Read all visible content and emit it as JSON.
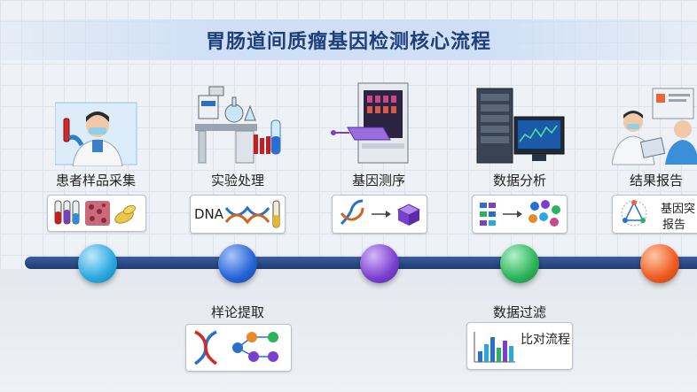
{
  "title": "胃肠道间质瘤基因检测核心流程",
  "stages_top": [
    {
      "label": "患者样品采集",
      "color": "#29a8e0"
    },
    {
      "label": "实验处理",
      "card_text": "DNA",
      "color": "#2563d6"
    },
    {
      "label": "基因测序",
      "color": "#7b3fd0"
    },
    {
      "label": "数据分析",
      "color": "#2bb35a"
    },
    {
      "label": "结果报告",
      "card_text_1": "基因突",
      "card_text_2": "报告",
      "color": "#f05a1e"
    }
  ],
  "stages_bottom": [
    {
      "label": "样论提取"
    },
    {
      "label": "数据过滤",
      "card_text": "比对流程"
    }
  ]
}
